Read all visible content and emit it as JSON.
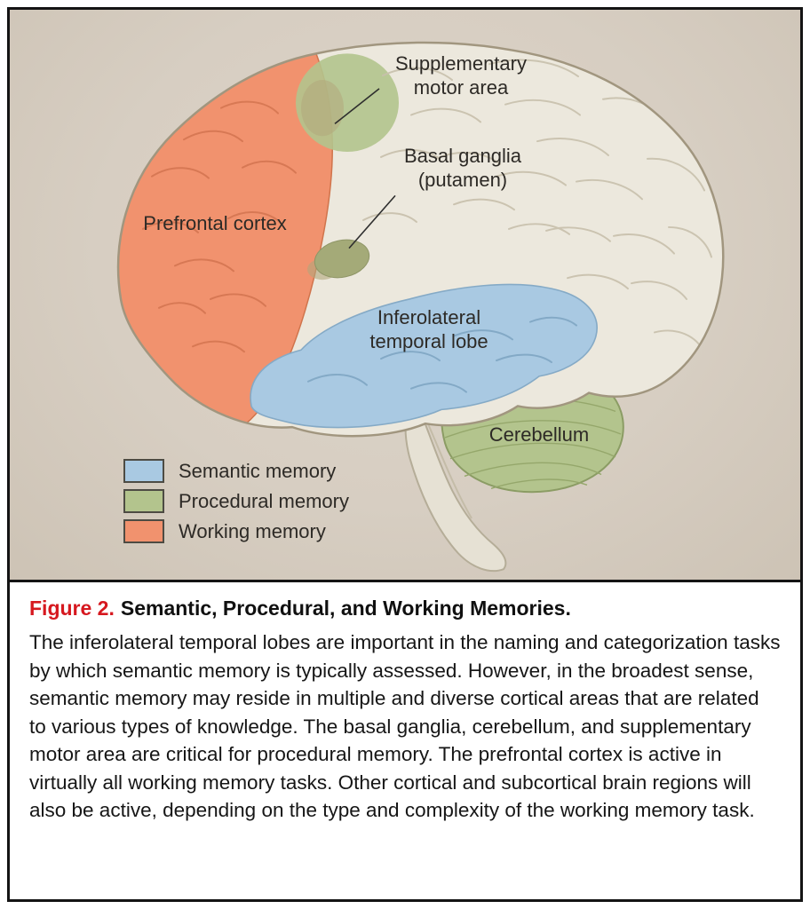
{
  "figure": {
    "labels": {
      "supplementary_motor_area": "Supplementary motor area",
      "basal_ganglia": "Basal ganglia (putamen)",
      "prefrontal_cortex": "Prefrontal cortex",
      "inferolateral_temporal_lobe": "Inferolateral temporal lobe",
      "cerebellum": "Cerebellum"
    },
    "region_colors": {
      "cortex": "#ece8dd",
      "semantic": "#a9c9e2",
      "procedural": "#b3c48d",
      "procedural_blend": "#a4aa78",
      "working": "#f1926e"
    },
    "legend": [
      {
        "label": "Semantic memory",
        "color": "#a9c9e2"
      },
      {
        "label": "Procedural memory",
        "color": "#b3c48d"
      },
      {
        "label": "Working memory",
        "color": "#f1926e"
      }
    ],
    "illustration_background": "#d7cec2"
  },
  "caption": {
    "figure_label": "Figure 2.",
    "title": "Semantic, Procedural, and Working Memories.",
    "accent_color": "#d6181f",
    "body": "The inferolateral temporal lobes are important in the naming and categorization tasks by which semantic memory is typically assessed. However, in the broadest sense, semantic memory may reside in multiple and diverse cortical areas that are related to various types of knowledge. The basal ganglia, cerebellum, and supplementary motor area are critical for procedural memory. The prefrontal cortex is active in virtually all working memory tasks. Other cortical and subcortical brain regions will also be active, depending on the type and complexity of the working memory task."
  }
}
